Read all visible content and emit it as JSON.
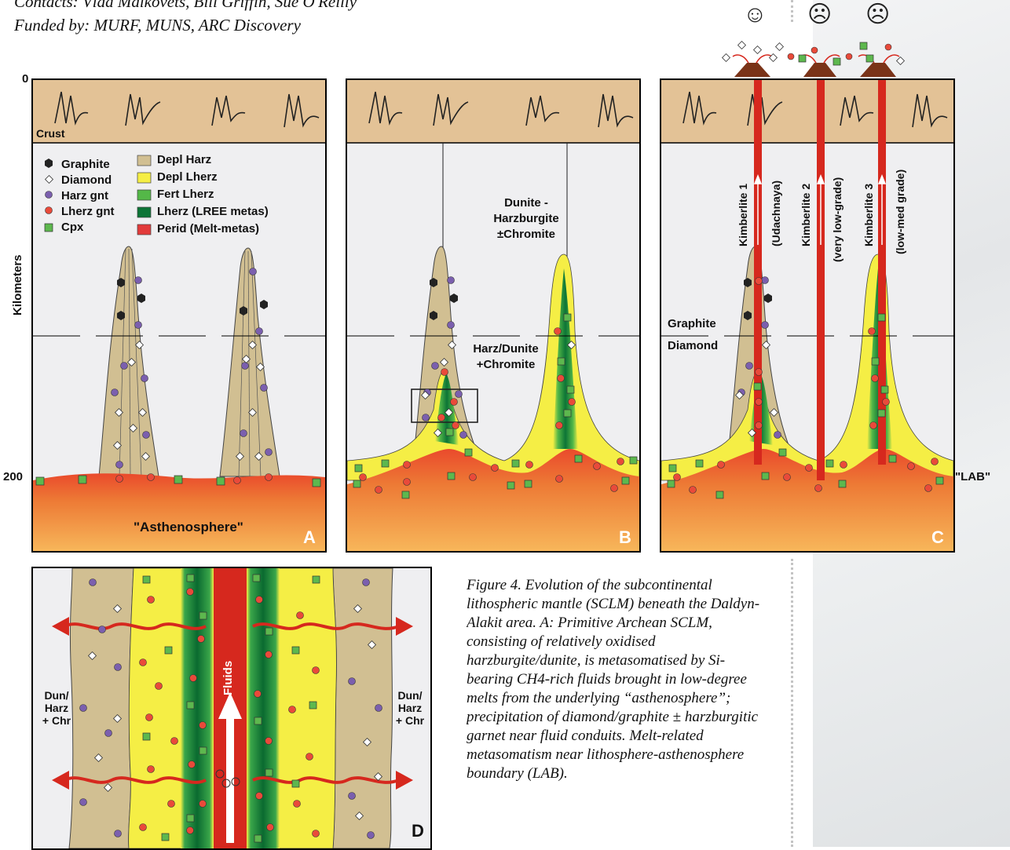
{
  "header": {
    "contacts": "Contacts: Vlad Malkovets, Bill Griffin, Sue O'Reilly",
    "funded": "Funded by: MURF, MUNS, ARC Discovery"
  },
  "axis": {
    "ylabel": "Kilometers",
    "tick_top": "0",
    "tick_bottom": "200"
  },
  "legend": {
    "left": [
      {
        "symbol": "hexagon",
        "label": "Graphite"
      },
      {
        "symbol": "diamond",
        "label": "Diamond"
      },
      {
        "symbol": "purple-circle",
        "label": "Harz gnt"
      },
      {
        "symbol": "red-circle",
        "label": "Lherz gnt"
      },
      {
        "symbol": "green-square",
        "label": "Cpx"
      }
    ],
    "right": [
      {
        "color": "#d1bf92",
        "label": "Depl Harz"
      },
      {
        "color": "#f5ee45",
        "label": "Depl Lherz"
      },
      {
        "color": "#54b848",
        "label": "Fert Lherz"
      },
      {
        "color": "#0c7436",
        "label": "Lherz (LREE metas)"
      },
      {
        "color": "#e23a3a",
        "label": "Perid (Melt-metas)"
      }
    ]
  },
  "panel_a": {
    "crust": "Crust",
    "asthenosphere": "\"Asthenosphere\"",
    "letter": "A"
  },
  "panel_b": {
    "dunite_line1": "Dunite -",
    "dunite_line2": "Harzburgite",
    "dunite_line3": "±Chromite",
    "harz_line1": "Harz/Dunite",
    "harz_line2": "+Chromite",
    "letter": "B"
  },
  "panel_c": {
    "graphite": "Graphite",
    "diamond": "Diamond",
    "lab": "\"LAB\"",
    "letter": "C",
    "kimberlites": [
      {
        "name": "Kimberlite 1",
        "grade": "(Udachnaya)",
        "face": "☺"
      },
      {
        "name": "Kimberlite 2",
        "grade": "(very low-grade)",
        "face": "☹"
      },
      {
        "name": "Kimberlite 3",
        "grade": "(low-med grade)",
        "face": "☹"
      }
    ]
  },
  "panel_d": {
    "left_label": [
      "Dun/",
      "Harz",
      "+ Chr"
    ],
    "right_label": [
      "Dun/",
      "Harz",
      "+ Chr"
    ],
    "fluids": "Fluids",
    "letter": "D"
  },
  "caption": "Figure 4. Evolution of the subcontinental lithospheric mantle (SCLM) beneath the Daldyn-Alakit area. A: Primitive Archean SCLM, consisting of relatively oxidised harzburgite/dunite, is metasomatised by Si-bearing CH4-rich fluids brought in low-degree melts from the underlying “asthenosphere”; precipitation of diamond/graphite ± harzburgitic garnet near fluid conduits. Melt-related metasomatism near lithosphere-asthenosphere boundary (LAB)."
}
